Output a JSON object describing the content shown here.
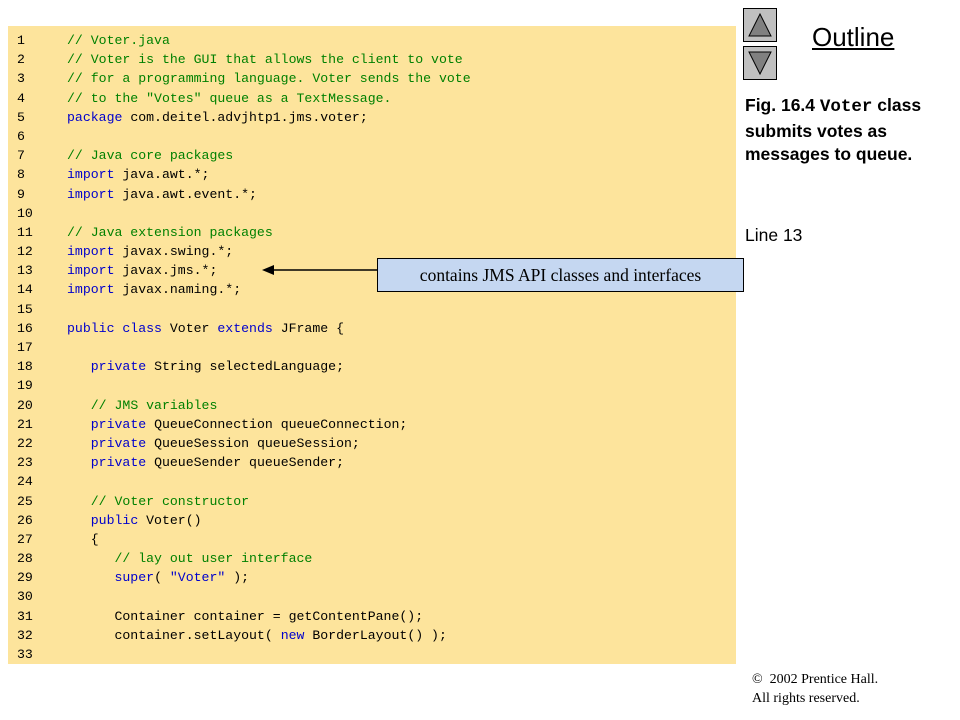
{
  "nav": {
    "up_icon": "triangle-up-icon",
    "down_icon": "triangle-down-icon"
  },
  "outline_label": "Outline",
  "figure": {
    "number": "Fig. 16.4",
    "class_name": "Voter",
    "description": "class submits votes as messages to queue."
  },
  "line_ref": "Line 13",
  "callout": "contains JMS API classes and interfaces",
  "copyright": {
    "symbol": "©",
    "line1": "2002 Prentice Hall.",
    "line2": "All rights reserved."
  },
  "colors": {
    "code_bg": "#fde49c",
    "comment": "#008000",
    "keyword": "#0000cc",
    "callout_bg": "#c5d7f1"
  },
  "code_lines": [
    {
      "n": "1",
      "t": [
        {
          "c": "c",
          "v": "// Voter.java"
        }
      ]
    },
    {
      "n": "2",
      "t": [
        {
          "c": "c",
          "v": "// Voter is the GUI that allows the client to vote"
        }
      ]
    },
    {
      "n": "3",
      "t": [
        {
          "c": "c",
          "v": "// for a programming language. Voter sends the vote"
        }
      ]
    },
    {
      "n": "4",
      "t": [
        {
          "c": "c",
          "v": "// to the \"Votes\" queue as a TextMessage."
        }
      ]
    },
    {
      "n": "5",
      "t": [
        {
          "c": "k",
          "v": "package"
        },
        {
          "c": "p",
          "v": " com.deitel.advjhtp1.jms.voter;"
        }
      ]
    },
    {
      "n": "6",
      "t": []
    },
    {
      "n": "7",
      "t": [
        {
          "c": "c",
          "v": "// Java core packages"
        }
      ]
    },
    {
      "n": "8",
      "t": [
        {
          "c": "k",
          "v": "import"
        },
        {
          "c": "p",
          "v": " java.awt.*;"
        }
      ]
    },
    {
      "n": "9",
      "t": [
        {
          "c": "k",
          "v": "import"
        },
        {
          "c": "p",
          "v": " java.awt.event.*;"
        }
      ]
    },
    {
      "n": "10",
      "t": []
    },
    {
      "n": "11",
      "t": [
        {
          "c": "c",
          "v": "// Java extension packages"
        }
      ]
    },
    {
      "n": "12",
      "t": [
        {
          "c": "k",
          "v": "import"
        },
        {
          "c": "p",
          "v": " javax.swing.*;"
        }
      ]
    },
    {
      "n": "13",
      "t": [
        {
          "c": "k",
          "v": "import"
        },
        {
          "c": "p",
          "v": " javax.jms.*;"
        }
      ]
    },
    {
      "n": "14",
      "t": [
        {
          "c": "k",
          "v": "import"
        },
        {
          "c": "p",
          "v": " javax.naming.*;"
        }
      ]
    },
    {
      "n": "15",
      "t": []
    },
    {
      "n": "16",
      "t": [
        {
          "c": "k",
          "v": "public class"
        },
        {
          "c": "p",
          "v": " Voter "
        },
        {
          "c": "k",
          "v": "extends"
        },
        {
          "c": "p",
          "v": " JFrame {"
        }
      ]
    },
    {
      "n": "17",
      "t": []
    },
    {
      "n": "18",
      "t": [
        {
          "c": "p",
          "v": "   "
        },
        {
          "c": "k",
          "v": "private"
        },
        {
          "c": "p",
          "v": " String selectedLanguage;"
        }
      ]
    },
    {
      "n": "19",
      "t": []
    },
    {
      "n": "20",
      "t": [
        {
          "c": "p",
          "v": "   "
        },
        {
          "c": "c",
          "v": "// JMS variables"
        }
      ]
    },
    {
      "n": "21",
      "t": [
        {
          "c": "p",
          "v": "   "
        },
        {
          "c": "k",
          "v": "private"
        },
        {
          "c": "p",
          "v": " QueueConnection queueConnection;"
        }
      ]
    },
    {
      "n": "22",
      "t": [
        {
          "c": "p",
          "v": "   "
        },
        {
          "c": "k",
          "v": "private"
        },
        {
          "c": "p",
          "v": " QueueSession queueSession;"
        }
      ]
    },
    {
      "n": "23",
      "t": [
        {
          "c": "p",
          "v": "   "
        },
        {
          "c": "k",
          "v": "private"
        },
        {
          "c": "p",
          "v": " QueueSender queueSender;"
        }
      ]
    },
    {
      "n": "24",
      "t": []
    },
    {
      "n": "25",
      "t": [
        {
          "c": "p",
          "v": "   "
        },
        {
          "c": "c",
          "v": "// Voter constructor"
        }
      ]
    },
    {
      "n": "26",
      "t": [
        {
          "c": "p",
          "v": "   "
        },
        {
          "c": "k",
          "v": "public"
        },
        {
          "c": "p",
          "v": " Voter()"
        }
      ]
    },
    {
      "n": "27",
      "t": [
        {
          "c": "p",
          "v": "   {"
        }
      ]
    },
    {
      "n": "28",
      "t": [
        {
          "c": "p",
          "v": "      "
        },
        {
          "c": "c",
          "v": "// lay out user interface"
        }
      ]
    },
    {
      "n": "29",
      "t": [
        {
          "c": "p",
          "v": "      "
        },
        {
          "c": "k",
          "v": "super"
        },
        {
          "c": "p",
          "v": "( "
        },
        {
          "c": "s",
          "v": "\"Voter\""
        },
        {
          "c": "p",
          "v": " );"
        }
      ]
    },
    {
      "n": "30",
      "t": []
    },
    {
      "n": "31",
      "t": [
        {
          "c": "p",
          "v": "      Container container = getContentPane();"
        }
      ]
    },
    {
      "n": "32",
      "t": [
        {
          "c": "p",
          "v": "      container.setLayout( "
        },
        {
          "c": "k",
          "v": "new"
        },
        {
          "c": "p",
          "v": " BorderLayout() );"
        }
      ]
    },
    {
      "n": "33",
      "t": []
    }
  ]
}
